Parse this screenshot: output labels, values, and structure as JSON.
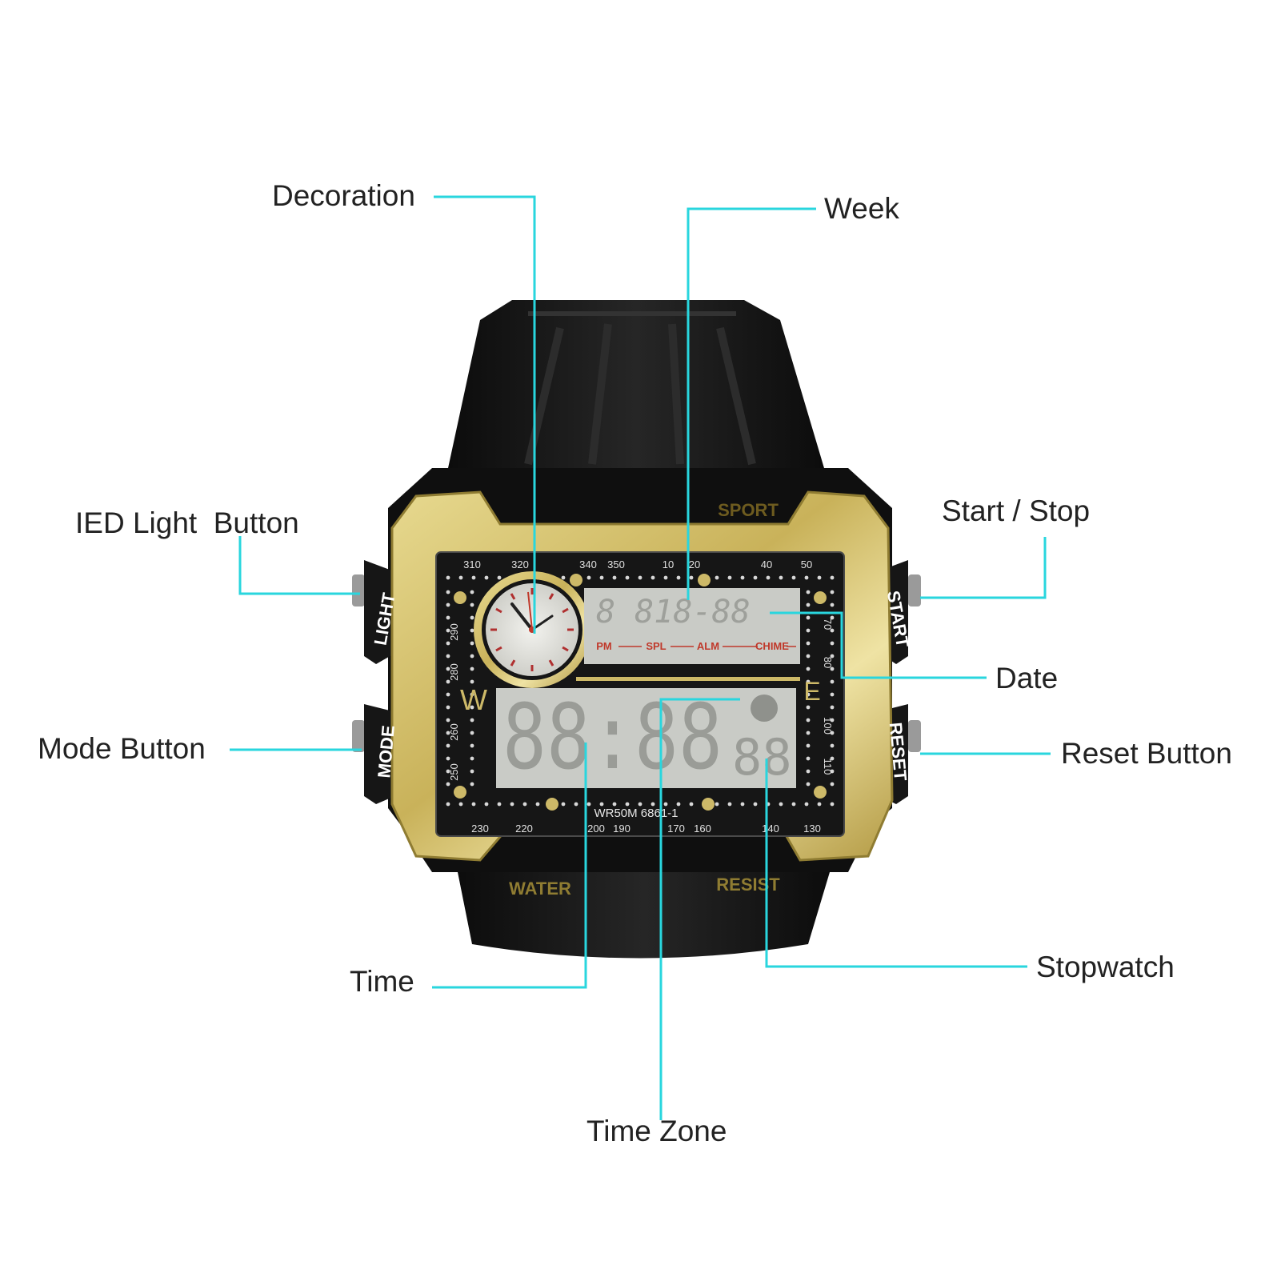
{
  "callouts": {
    "decoration": "Decoration",
    "week": "Week",
    "led_light_button": "IED Light  Button",
    "start_stop": "Start / Stop",
    "date": "Date",
    "mode_button": "Mode Button",
    "reset_button": "Reset Button",
    "time": "Time",
    "stopwatch": "Stopwatch",
    "time_zone": "Time Zone"
  },
  "watch": {
    "bezel_top": "SPORT",
    "bezel_bottom_left": "WATER",
    "bezel_bottom_right": "RESIST",
    "button_left_top": "LIGHT",
    "button_left_bottom": "MODE",
    "button_right_top": "START",
    "button_right_bottom": "RESET",
    "model": "WR50M 6861-1",
    "compass_w": "W",
    "compass_e": "E",
    "indicators": [
      "PM",
      "SPL",
      "ALM",
      "CHIME"
    ],
    "lcd_top_digits": "8 818-88",
    "lcd_main_digits": "88:88",
    "lcd_seconds_digits": "88",
    "scale_top": [
      "310",
      "320",
      "340",
      "350",
      "10",
      "20",
      "40",
      "50"
    ],
    "scale_left": [
      "290",
      "280",
      "260",
      "250"
    ],
    "scale_right": [
      "70",
      "80",
      "100",
      "110"
    ],
    "scale_bottom": [
      "230",
      "220",
      "200",
      "190",
      "170",
      "160",
      "140",
      "130"
    ]
  },
  "colors": {
    "leader": "#29d6de",
    "gold": "#cdb968",
    "strap": "#151515",
    "lcd": "#c9cbc6",
    "indicator_red": "#c0392b"
  }
}
